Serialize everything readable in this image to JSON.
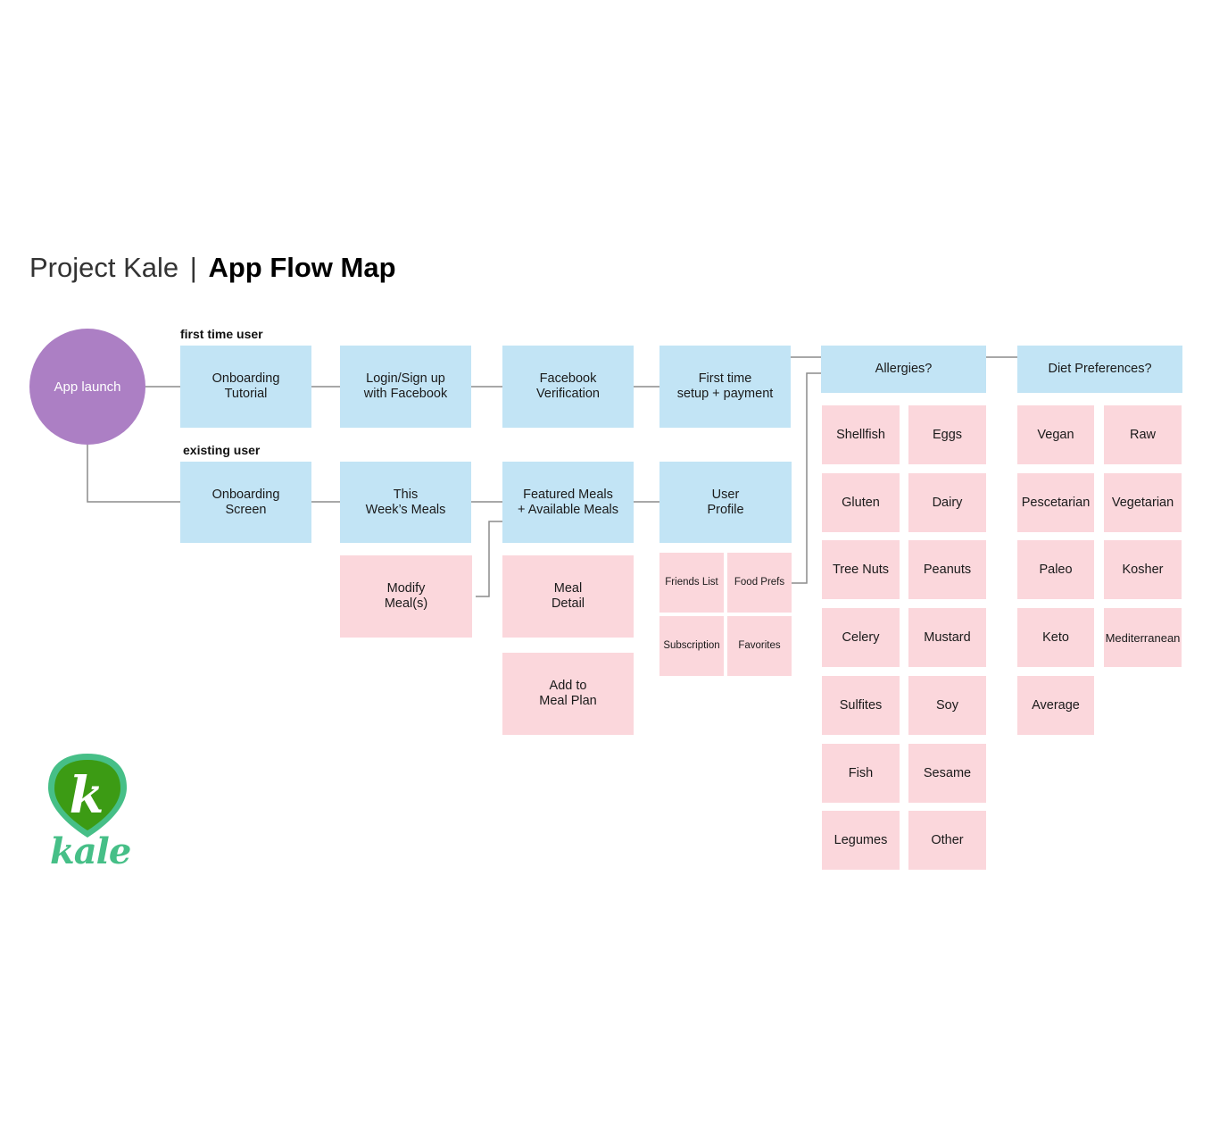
{
  "title": {
    "light": "Project Kale",
    "separator": "|",
    "bold": "App Flow Map"
  },
  "section_labels": {
    "first_time": "first time user",
    "existing": "existing user"
  },
  "start_node": "App launch",
  "first_time_flow": {
    "onboarding_tutorial": "Onboarding\nTutorial",
    "login_facebook": "Login/Sign up\nwith Facebook",
    "facebook_verification": "Facebook\nVerification",
    "first_time_setup": "First time\nsetup + payment",
    "allergies": "Allergies?",
    "diet_preferences": "Diet Preferences?"
  },
  "existing_flow": {
    "onboarding_screen": "Onboarding\nScreen",
    "this_weeks_meals": "This\nWeek’s Meals",
    "featured_meals": "Featured Meals\n+ Available Meals",
    "user_profile": "User\nProfile"
  },
  "sub_screens": {
    "modify_meals": "Modify\nMeal(s)",
    "meal_detail": "Meal\nDetail",
    "add_to_meal_plan": "Add to\nMeal Plan",
    "friends_list": "Friends List",
    "food_prefs": "Food Prefs",
    "subscription": "Subscription",
    "favorites": "Favorites"
  },
  "allergy_options": [
    "Shellfish",
    "Eggs",
    "Gluten",
    "Dairy",
    "Tree Nuts",
    "Peanuts",
    "Celery",
    "Mustard",
    "Sulfites",
    "Soy",
    "Fish",
    "Sesame",
    "Legumes",
    "Other"
  ],
  "diet_options": [
    "Vegan",
    "Raw",
    "Pescetarian",
    "Vegetarian",
    "Paleo",
    "Kosher",
    "Keto",
    "Mediterranean",
    "Average"
  ],
  "logo": {
    "letter": "k",
    "word": "kale"
  },
  "colors": {
    "blue_box": "#c2e4f5",
    "pink_box": "#fbd7dc",
    "start_circle": "#ac7fc4",
    "logo_green": "#46bf87",
    "logo_dark_green": "#3c9b14"
  }
}
